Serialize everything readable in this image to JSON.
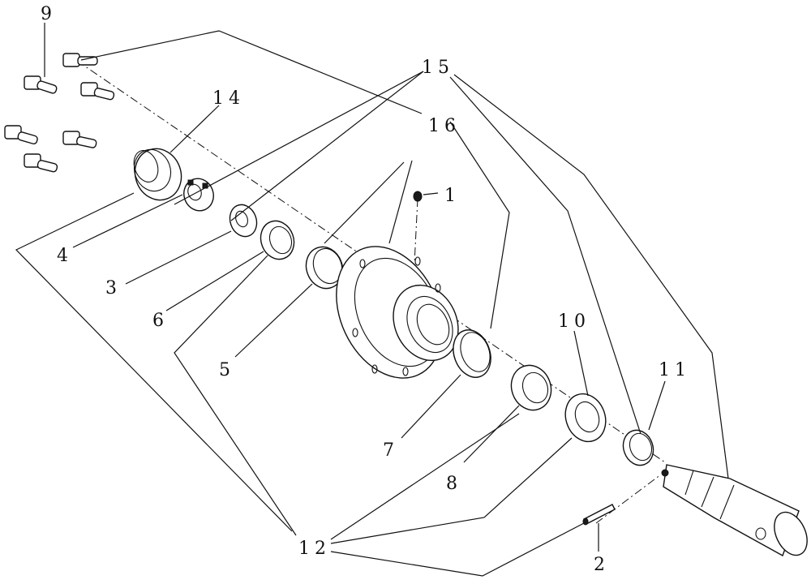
{
  "callouts": {
    "c1": "1",
    "c2": "2",
    "c3": "3",
    "c4": "4",
    "c5": "5",
    "c6": "6",
    "c7": "7",
    "c8": "8",
    "c9": "9",
    "c10": "10",
    "c11": "11",
    "c12": "12",
    "c14": "14",
    "c15": "15",
    "c16": "16"
  },
  "colors": {
    "ink": "#111111",
    "paper": "#ffffff"
  }
}
